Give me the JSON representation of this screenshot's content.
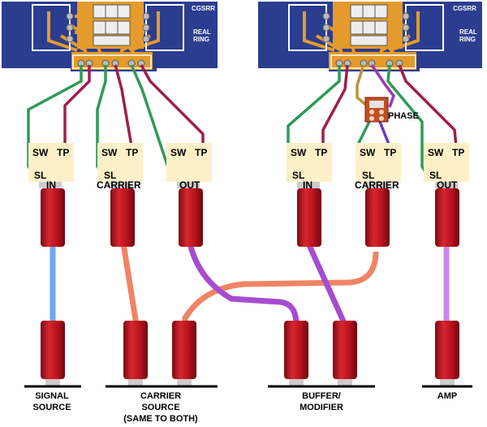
{
  "boards": [
    {
      "id": "left",
      "brand": "CGSRR",
      "name_line1": "REAL",
      "name_line2": "RING"
    },
    {
      "id": "right",
      "brand": "CGSRR",
      "name_line1": "REAL",
      "name_line2": "RING"
    }
  ],
  "jack_pins": {
    "sw": "SW",
    "tp": "TP",
    "sl": "SL"
  },
  "jack_labels": {
    "in": "IN",
    "carrier": "CARRIER",
    "out": "OUT"
  },
  "phase_label": "PHASE",
  "bottom_labels": {
    "signal_line1": "SIGNAL",
    "signal_line2": "SOURCE",
    "carrier_line1": "CARRIER",
    "carrier_line2": "SOURCE",
    "carrier_line3": "(SAME TO BOTH)",
    "buffer_line1": "BUFFER/",
    "buffer_line2": "MODIFIER",
    "amp": "AMP"
  },
  "colors": {
    "pcb_blue": "#2b3d8f",
    "copper": "#e49b2b",
    "jack_body": "#fdf0c8",
    "plug_red": "#b5121b",
    "wire_green": "#2f9a57",
    "wire_maroon": "#9e1f4a",
    "cable_blue": "#6fa8ee",
    "cable_salmon": "#f08465",
    "cable_purple": "#a64ccf"
  }
}
